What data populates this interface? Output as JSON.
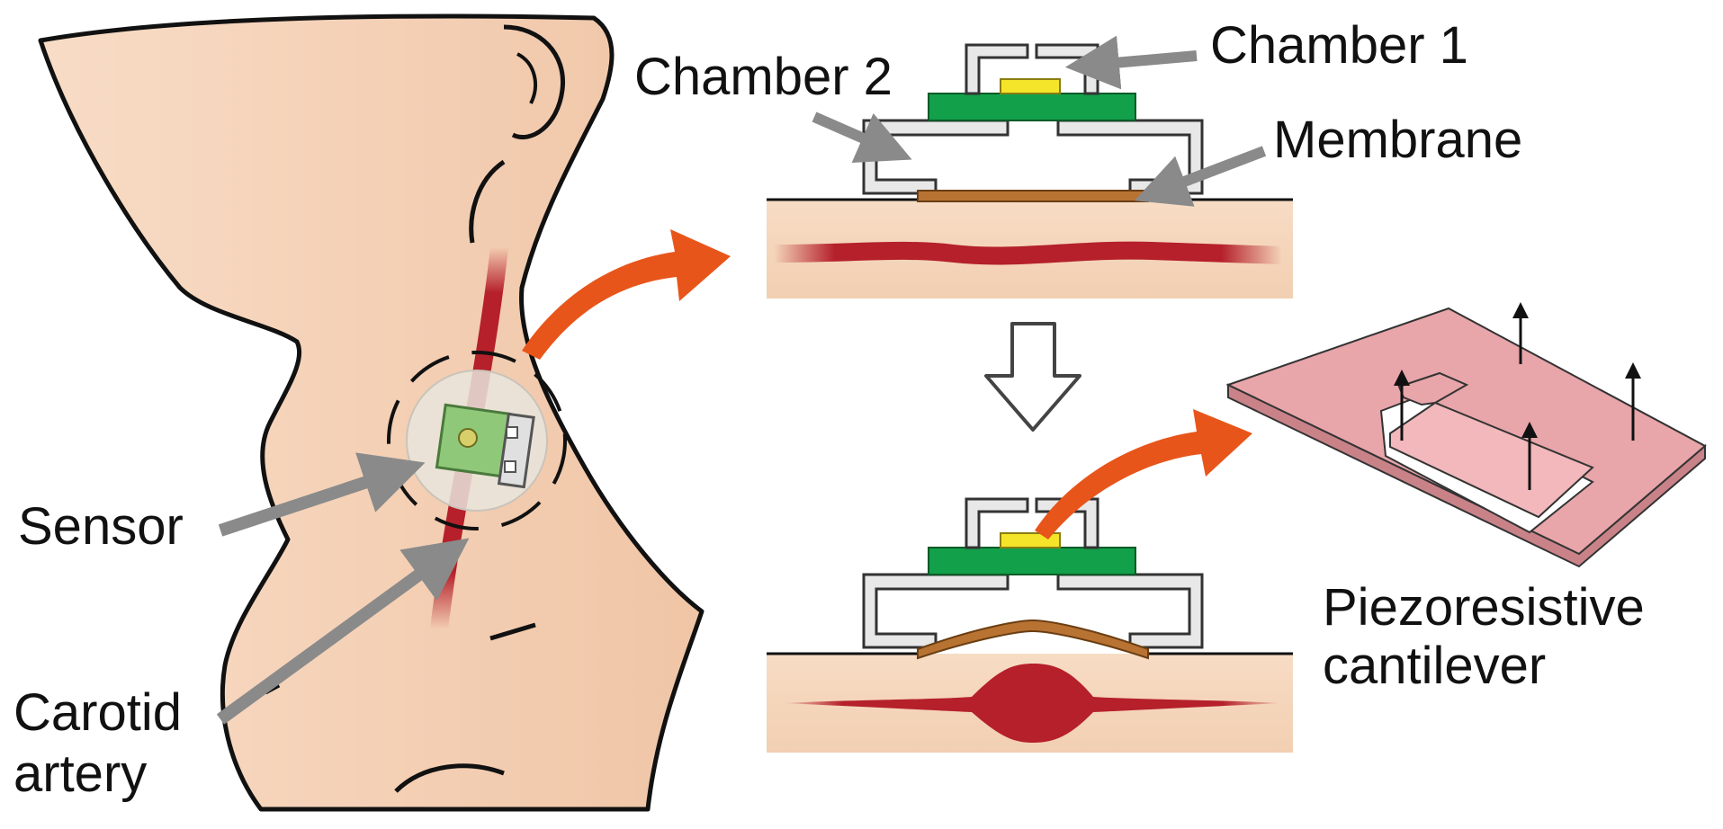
{
  "labels": {
    "chamber1": "Chamber 1",
    "chamber2": "Chamber 2",
    "membrane": "Membrane",
    "sensor": "Sensor",
    "carotid_line1": "Carotid",
    "carotid_line2": "artery",
    "piezo_line1": "Piezoresistive",
    "piezo_line2": "cantilever"
  },
  "colors": {
    "skin": "#f6d6bd",
    "skin_shade": "#efc6a8",
    "artery": "#b5202a",
    "chamber_wall": "#e8e8e8",
    "pcb_green": "#12a04a",
    "chip_yellow": "#f4e52a",
    "membrane_brown": "#b87333",
    "callout_arrow": "#e8551a",
    "pointer_gray": "#8a8a8a",
    "cantilever_pink": "#e8a5aa"
  }
}
